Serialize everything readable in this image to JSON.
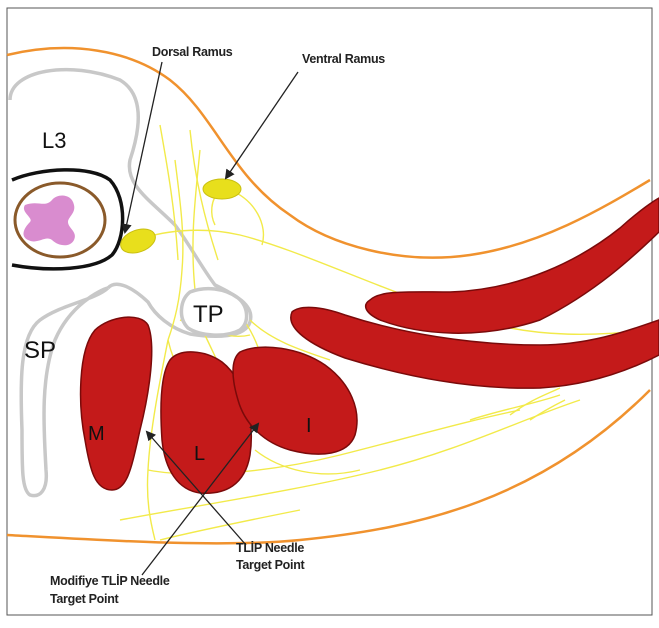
{
  "labels": {
    "l3": "L3",
    "sp": "SP",
    "tp": "TP",
    "m": "M",
    "l": "L",
    "i": "I",
    "dorsal_ramus": "Dorsal Ramus",
    "ventral_ramus": "Ventral Ramus",
    "tlip_line1": "TLİP Needle",
    "tlip_line2": "Target Point",
    "mod_line1": "Modifiye TLİP Needle",
    "mod_line2": "Target Point"
  },
  "colors": {
    "skin": "#f0922e",
    "muscle": "#c41a1a",
    "muscle_outline": "#7a0a0a",
    "nerve": "#f2ea4a",
    "nerve_body": "#e8df1c",
    "bone": "#c8c8c8",
    "vertebra_ring": "#111111",
    "cord_outline": "#8a5a2a",
    "cord": "#d98ccf",
    "arrow": "#222222"
  }
}
